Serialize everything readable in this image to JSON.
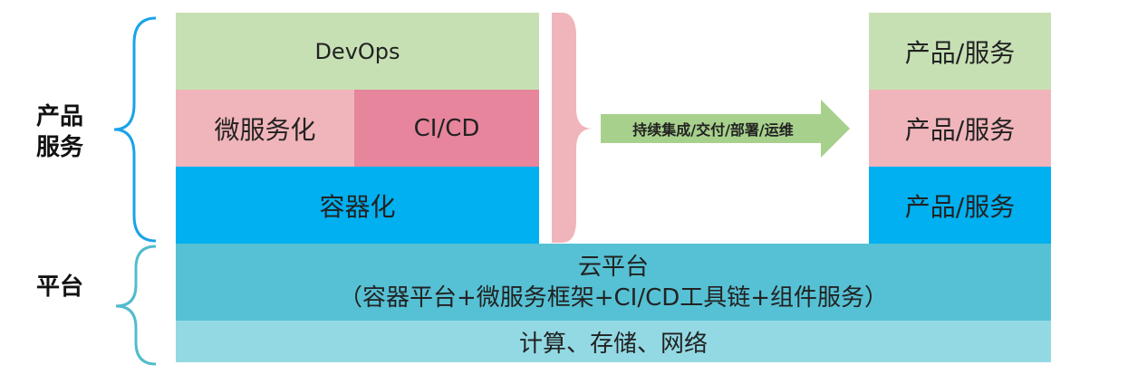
{
  "side_labels": {
    "product_service": [
      "产品",
      "服务"
    ],
    "platform": "平台"
  },
  "left_stack": {
    "devops": "DevOps",
    "microservice": "微服务化",
    "cicd": "CI/CD",
    "container": "容器化"
  },
  "arrow_label": "持续集成/交付/部署/运维",
  "right_stack": [
    "产品/服务",
    "产品/服务",
    "产品/服务"
  ],
  "platform": {
    "cloud_title": "云平台",
    "cloud_detail": "（容器平台+微服务框架+CI/CD工具链+组件服务）",
    "infra": "计算、存储、网络"
  },
  "colors": {
    "green": "#c6e0b4",
    "pink": "#f0b5ba",
    "deep_pink": "#e6859c",
    "blue": "#00b0f0",
    "teal": "#56c1d4",
    "light_teal": "#93d9e3",
    "brace_blue": "#1aa3e8",
    "brace_teal": "#52bccc",
    "arrow_green": "#a7d08c"
  }
}
